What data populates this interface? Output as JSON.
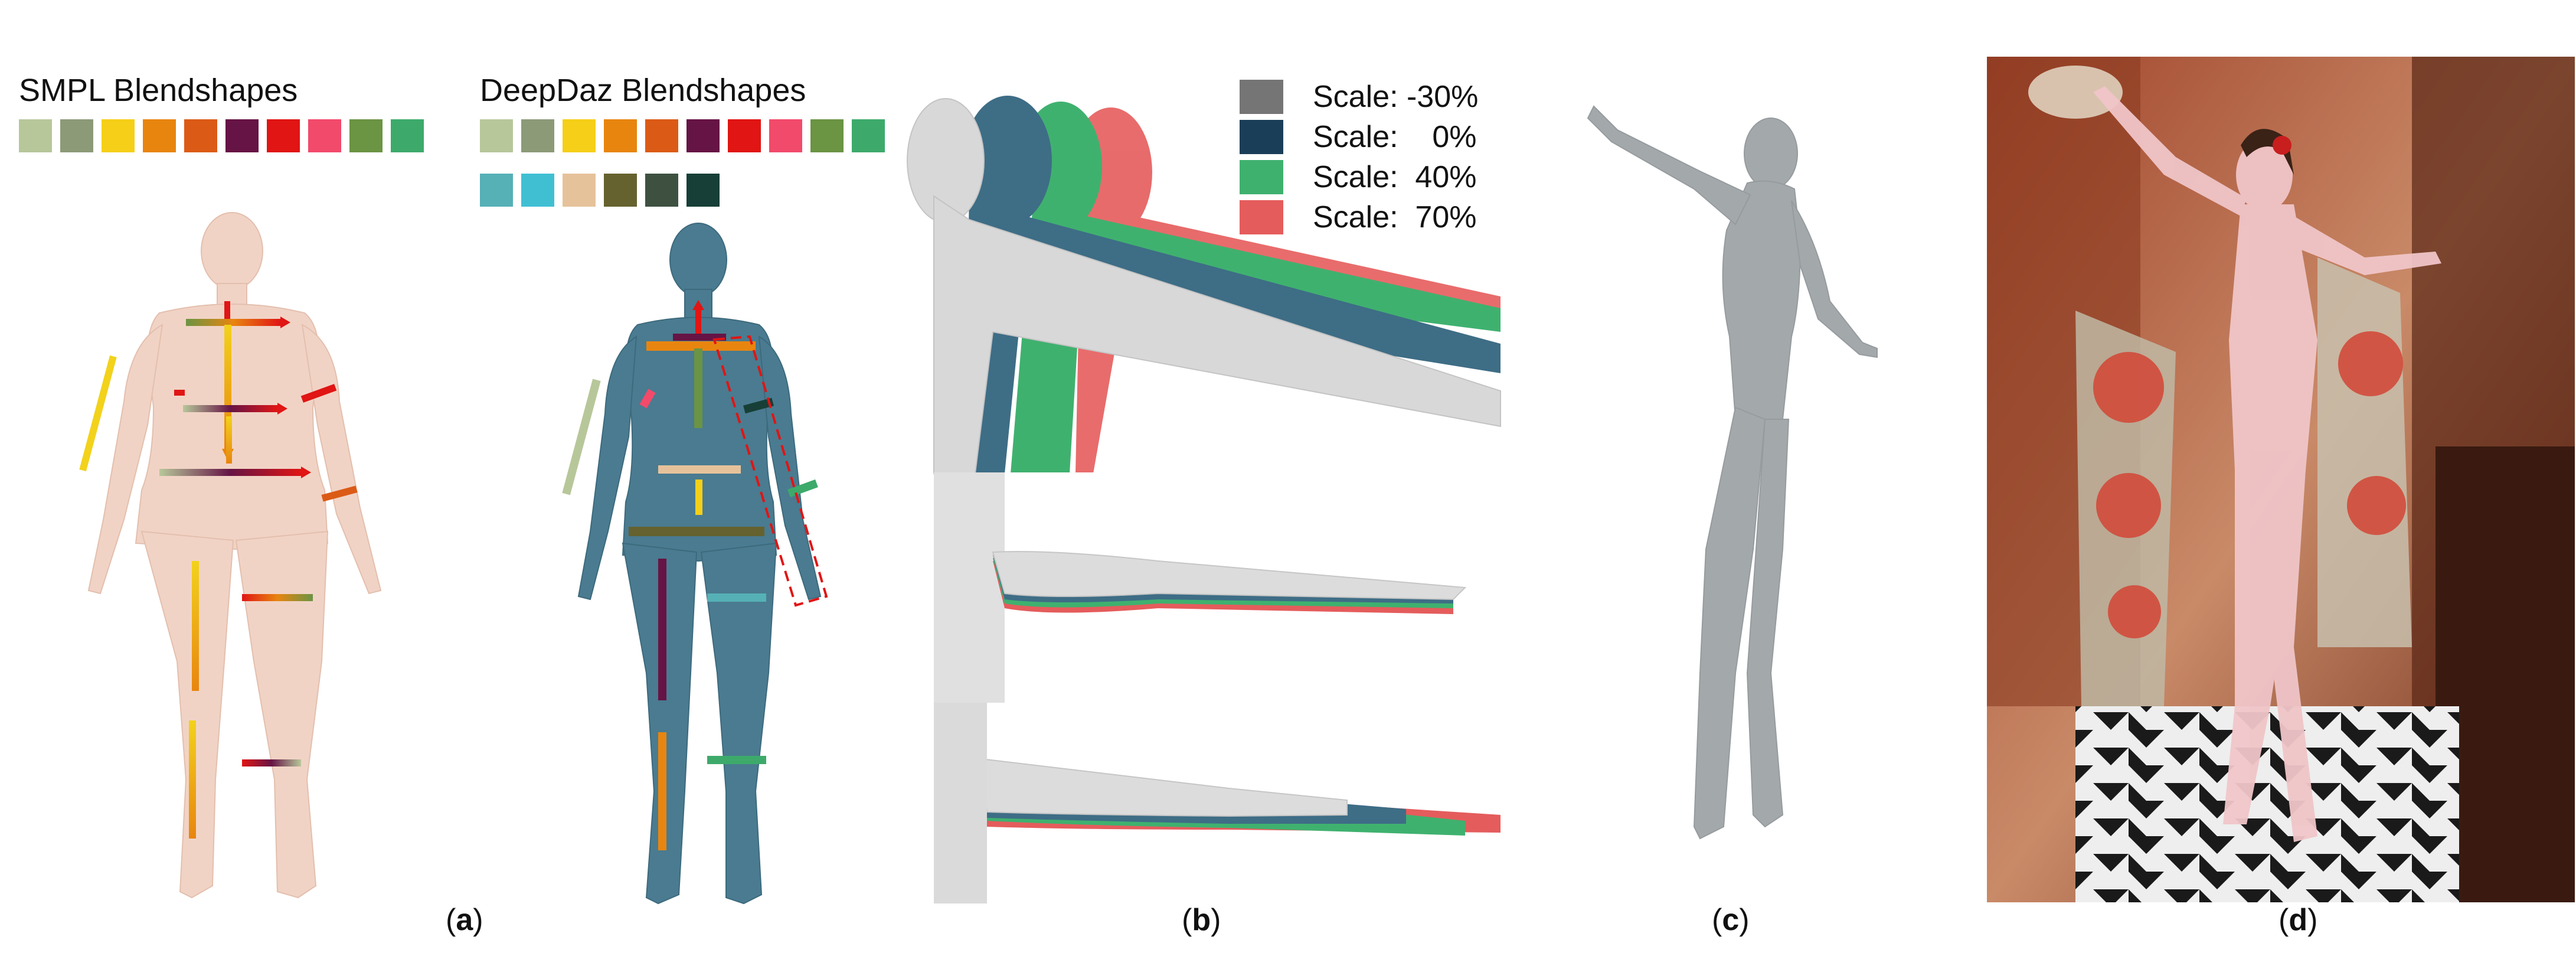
{
  "panel_a": {
    "smpl_title": "SMPL Blendshapes",
    "deepdaz_title": "DeepDaz Blendshapes",
    "smpl_swatches": [
      "#b7c79a",
      "#8c9a78",
      "#f5cf18",
      "#e8850f",
      "#db5b16",
      "#661445",
      "#e01514",
      "#f24a6b",
      "#6b9443",
      "#3daa6b"
    ],
    "deepdaz_swatches_row1": [
      "#b7c79a",
      "#8c9a78",
      "#f5cf18",
      "#e8850f",
      "#db5b16",
      "#661445",
      "#e01514",
      "#f24a6b",
      "#6b9443",
      "#3daa6b"
    ],
    "deepdaz_swatches_row2": [
      "#55b1b6",
      "#40bfd3",
      "#e6c29b",
      "#65622f",
      "#3e5141",
      "#173f37"
    ],
    "smpl_body_color": "#f1d3c5",
    "deepdaz_body_color": "#4a7b90",
    "caption_label": "a"
  },
  "panel_b": {
    "legend": [
      {
        "label": "Scale: -30%",
        "color": "#757575"
      },
      {
        "label": "Scale:    0%",
        "color": "#1b3e58"
      },
      {
        "label": "Scale:  40%",
        "color": "#3fb16f"
      },
      {
        "label": "Scale:  70%",
        "color": "#e55c5c"
      }
    ],
    "caption_label": "b"
  },
  "panel_c": {
    "caption_label": "c",
    "body_color": "#a3a8ab"
  },
  "panel_d": {
    "caption_label": "d"
  }
}
